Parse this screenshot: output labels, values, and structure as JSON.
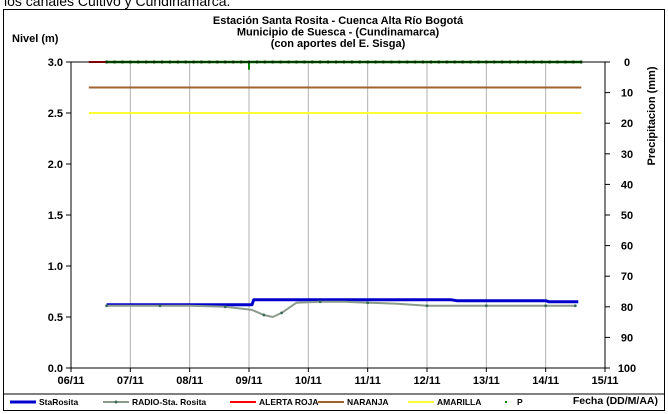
{
  "caption": "los canales Cultivo y Cundinamarca.",
  "chart_data": {
    "type": "line",
    "title": [
      "Estación Santa Rosita - Cuenca Alta Río Bogotá",
      "Municipio de Suesca - (Cundinamarca)",
      "(con aportes del  E. Sisga)"
    ],
    "ylabel": "Nivel (m)",
    "y2label": "Precipitacion (mm)",
    "xlabel": "Fecha (DD/M/AA)",
    "ylim": [
      0,
      3
    ],
    "y2lim": [
      0,
      100
    ],
    "y2_inverted": true,
    "xlim": [
      0,
      9
    ],
    "yticks": [
      "0.0",
      "0.5",
      "1.0",
      "1.5",
      "2.0",
      "2.5",
      "3.0"
    ],
    "y2ticks": [
      "0",
      "10",
      "20",
      "30",
      "40",
      "50",
      "60",
      "70",
      "80",
      "90",
      "100"
    ],
    "xticks": [
      "06/11",
      "07/11",
      "08/11",
      "09/11",
      "10/11",
      "11/11",
      "12/11",
      "13/11",
      "14/11",
      "15/11"
    ],
    "grid": "vertical",
    "legend_position": "bottom",
    "series": [
      {
        "name": "StaRosita",
        "color": "#0000cc",
        "axis": "left",
        "x": [
          0.6,
          2.6,
          3.05,
          3.08,
          6.4,
          6.5,
          8.0,
          8.05,
          8.55
        ],
        "y": [
          0.62,
          0.62,
          0.62,
          0.67,
          0.67,
          0.66,
          0.66,
          0.65,
          0.65
        ]
      },
      {
        "name": "RADIO-Sta. Rosita",
        "color": "#8c9c8c",
        "marker": "#3a6a5a",
        "axis": "left",
        "x": [
          0.6,
          1.0,
          1.5,
          2.0,
          2.6,
          3.05,
          3.25,
          3.4,
          3.55,
          3.8,
          4.2,
          4.6,
          5.0,
          5.5,
          6.0,
          6.5,
          7.0,
          7.5,
          8.0,
          8.5
        ],
        "y": [
          0.61,
          0.61,
          0.61,
          0.61,
          0.6,
          0.57,
          0.52,
          0.5,
          0.54,
          0.64,
          0.65,
          0.65,
          0.64,
          0.63,
          0.61,
          0.61,
          0.61,
          0.61,
          0.61,
          0.61
        ]
      },
      {
        "name": "ALERTA ROJA",
        "color": "#ff0000",
        "axis": "left",
        "x": [
          0.3,
          8.6
        ],
        "y": [
          3.0,
          3.0
        ]
      },
      {
        "name": "NARANJA",
        "color": "#a0622d",
        "axis": "left",
        "x": [
          0.3,
          8.6
        ],
        "y": [
          2.75,
          2.75
        ]
      },
      {
        "name": "AMARILLA",
        "color": "#ffff33",
        "axis": "left",
        "x": [
          0.3,
          8.6
        ],
        "y": [
          2.5,
          2.5
        ]
      },
      {
        "name": "P",
        "color": "#008000",
        "axis": "right",
        "x": [
          0.6,
          8.6
        ],
        "y": [
          0,
          0
        ],
        "spike": {
          "x": 3.0,
          "y": 2.5
        }
      }
    ]
  }
}
